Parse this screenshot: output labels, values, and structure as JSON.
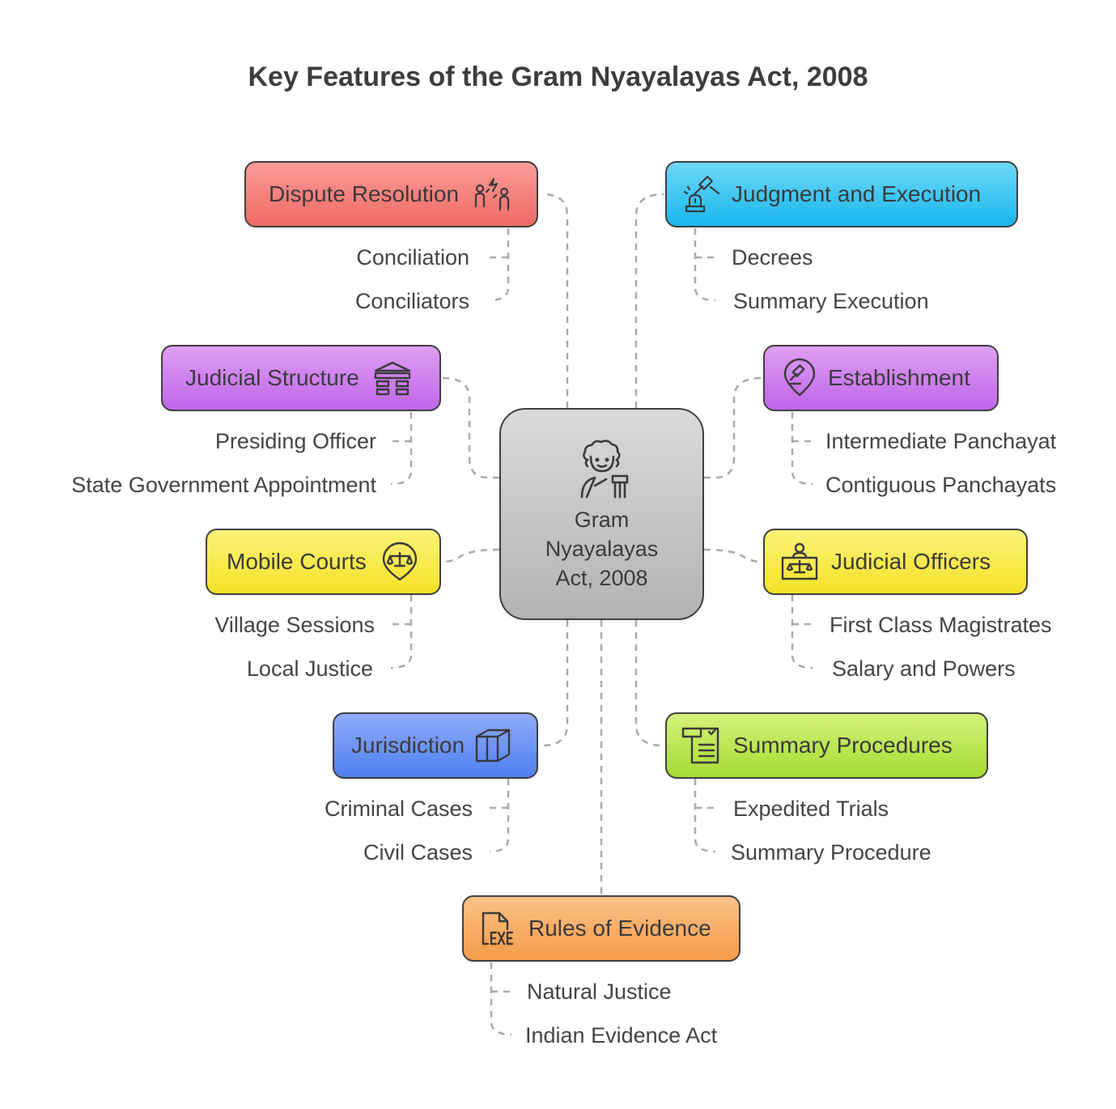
{
  "title": "Key Features of the Gram Nyayalayas Act, 2008",
  "center": {
    "lines": [
      "Gram",
      "Nyayalayas",
      "Act, 2008"
    ],
    "icon": "judge-icon"
  },
  "features": {
    "dispute_resolution": {
      "label": "Dispute Resolution",
      "icon": "conflict-icon",
      "color": "#f27b76",
      "items": [
        "Conciliation",
        "Conciliators"
      ]
    },
    "judgment_execution": {
      "label": "Judgment and Execution",
      "icon": "gavel-icon",
      "color": "#27bbf0",
      "items": [
        "Decrees",
        "Summary Execution"
      ]
    },
    "judicial_structure": {
      "label": "Judicial Structure",
      "icon": "courthouse-icon",
      "color": "#c87aee",
      "items": [
        "Presiding Officer",
        "State Government Appointment"
      ]
    },
    "establishment": {
      "label": "Establishment",
      "icon": "location-pin-icon",
      "color": "#c87aee",
      "items": [
        "Intermediate Panchayat",
        "Contiguous Panchayats"
      ]
    },
    "mobile_courts": {
      "label": "Mobile Courts",
      "icon": "scales-pin-icon",
      "color": "#f8e93f",
      "items": [
        "Village Sessions",
        "Local Justice"
      ]
    },
    "judicial_officers": {
      "label": "Judicial Officers",
      "icon": "judge-at-bench-icon",
      "color": "#f8e93f",
      "items": [
        "First Class Magistrates",
        "Salary and Powers"
      ]
    },
    "jurisdiction": {
      "label": "Jurisdiction",
      "icon": "box-icon",
      "color": "#628df2",
      "items": [
        "Criminal Cases",
        "Civil Cases"
      ]
    },
    "summary_procedures": {
      "label": "Summary Procedures",
      "icon": "document-list-icon",
      "color": "#b2e446",
      "items": [
        "Expedited Trials",
        "Summary Procedure"
      ]
    },
    "rules_evidence": {
      "label": "Rules of Evidence",
      "icon": "exe-file-icon",
      "color": "#f7a85c",
      "items": [
        "Natural Justice",
        "Indian Evidence Act"
      ]
    }
  }
}
